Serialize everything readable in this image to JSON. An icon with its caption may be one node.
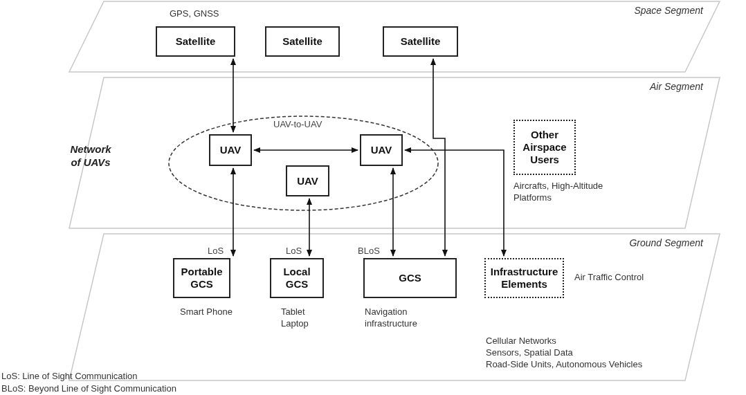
{
  "diagram": {
    "nodes": [
      {
        "text": [
          "Space Segment"
        ]
      },
      {
        "text": [
          "Satellite"
        ],
        "in": 0
      },
      {
        "text": [
          "Satellite"
        ],
        "in": 0
      },
      {
        "text": [
          "Satellite"
        ],
        "in": 0
      },
      {
        "text": [
          "Air Segment"
        ]
      },
      {
        "text": [],
        "shape": "ellipse",
        "in": 4
      },
      {
        "text": [
          "UAV"
        ],
        "in": 5
      },
      {
        "text": [
          "UAV"
        ],
        "in": 5
      },
      {
        "text": [
          "UAV"
        ],
        "in": 5
      },
      {
        "text": [
          "Other Airspace Users"
        ],
        "in": 4,
        "beside": [
          "Aircrafts, High-Altitude Platforms"
        ]
      },
      {
        "text": [
          "Ground Segment"
        ]
      },
      {
        "text": [
          "Portable GCS"
        ],
        "in": 10,
        "beside": [
          "Smart Phone"
        ]
      },
      {
        "text": [
          "Local GCS"
        ],
        "in": 10,
        "beside": [
          "Tablet",
          "Laptop"
        ]
      },
      {
        "text": [
          "GCS"
        ],
        "in": 10,
        "beside": [
          "Navigation infrastructure"
        ]
      },
      {
        "text": [
          "Infrastructure Elements"
        ],
        "in": 10,
        "beside": [
          "Air Traffic Control",
          "Cellular Networks",
          "Sensors, Spatial Data",
          "Road-Side Units, Autonomous Vehicles"
        ]
      }
    ],
    "edges": [
      {
        "from": 1,
        "to": 6,
        "arrow": "both"
      },
      {
        "from": 6,
        "to": 7,
        "arrow": "both",
        "label": "UAV-to-UAV"
      },
      {
        "from": 6,
        "to": 11,
        "arrow": "both",
        "label": "LoS"
      },
      {
        "from": 8,
        "to": 12,
        "arrow": "both",
        "label": "LoS"
      },
      {
        "from": 7,
        "to": 13,
        "arrow": "both",
        "label": "BLoS"
      },
      {
        "from": 3,
        "to": 13,
        "arrow": "both"
      },
      {
        "from": 7,
        "to": 14,
        "arrow": "both"
      }
    ],
    "labels": [
      "GPS, GNSS",
      "Network of UAVs",
      "LoS: Line of Sight Communication",
      "BLoS: Beyond Line of Sight Communication"
    ]
  }
}
